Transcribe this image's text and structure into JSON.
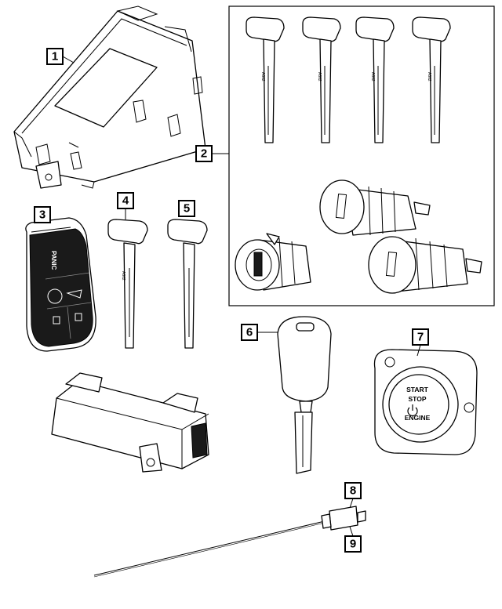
{
  "callouts": {
    "c1": "1",
    "c2": "2",
    "c3": "3",
    "c4": "4",
    "c5": "5",
    "c6": "6",
    "c7": "7",
    "c8": "8",
    "c9": "9"
  },
  "key_blade_stamp": "A662",
  "fob": {
    "panic_label": "PANIC"
  },
  "start_button": {
    "line1": "START",
    "line2": "STOP",
    "line3": "ENGINE"
  },
  "colors": {
    "ink": "#000000",
    "paper": "#ffffff",
    "fob_body": "#1a1a1a"
  },
  "icons": {
    "fob_buttons": [
      "remote-start-icon",
      "trunk-icon",
      "lock-icon",
      "unlock-icon"
    ],
    "start_button_symbol": "power-icon"
  }
}
